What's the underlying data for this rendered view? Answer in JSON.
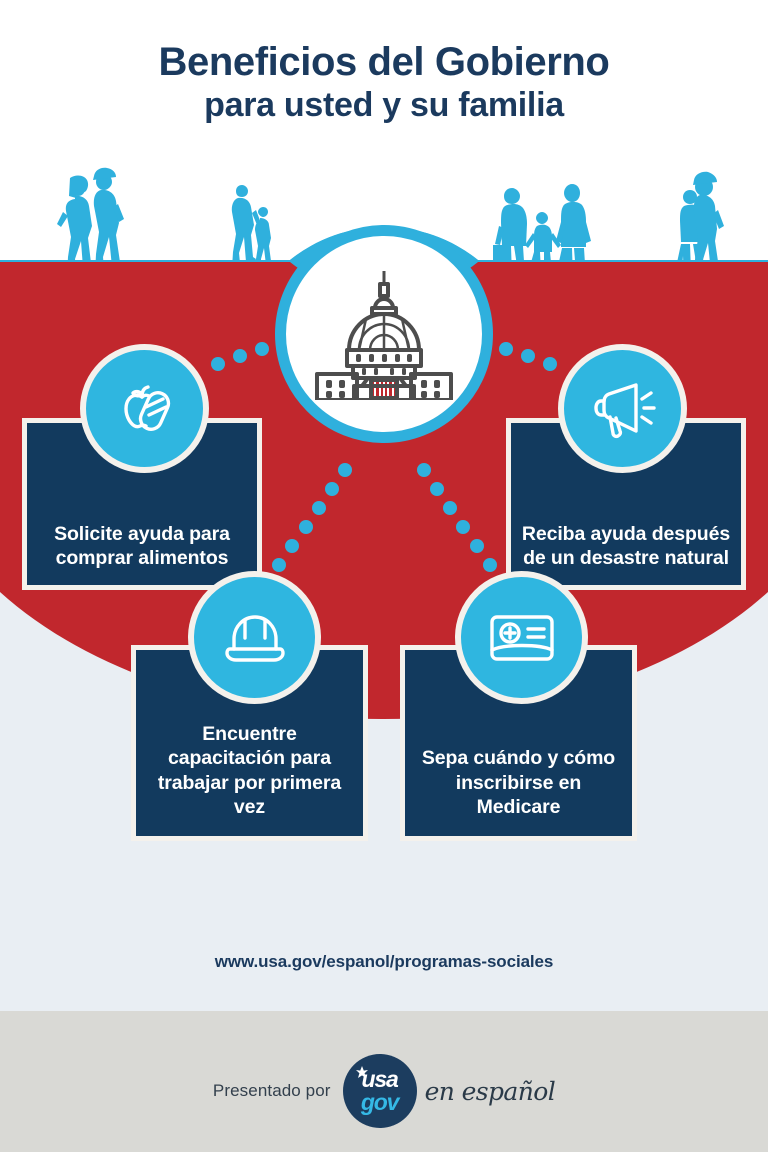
{
  "page": {
    "title_line1": "Beneficios del Gobierno",
    "title_line2": "para usted y su familia",
    "url": "www.usa.gov/espanol/programas-sociales"
  },
  "colors": {
    "navy": "#123a5e",
    "red": "#c1272d",
    "cyan": "#2fb6e0",
    "cream": "#f4f1ec",
    "page_bg": "#e9eef3",
    "footer_bg": "#d9d9d5",
    "title_text": "#1b3a5e"
  },
  "center": {
    "icon": "capitol-building-icon",
    "label": "Capitol building"
  },
  "cards": [
    {
      "id": "food",
      "icon": "apple-pill-icon",
      "text": "Solicite ayuda para comprar alimentos"
    },
    {
      "id": "disaster",
      "icon": "megaphone-icon",
      "text": "Reciba ayuda después de un desastre natural"
    },
    {
      "id": "training",
      "icon": "hard-hat-icon",
      "text": "Encuentre capacitación para trabajar por primera vez"
    },
    {
      "id": "medicare",
      "icon": "medical-card-icon",
      "text": "Sepa cuándo y cómo inscribirse en Medicare"
    }
  ],
  "footer": {
    "presented_by": "Presentado por",
    "logo_usa": "usa",
    "logo_gov": "gov",
    "logo_star": "star-icon",
    "en_espanol": "en español"
  },
  "header_graphic": {
    "silhouettes": "people-silhouettes",
    "band": "cyan-ground-band-with-arch"
  }
}
